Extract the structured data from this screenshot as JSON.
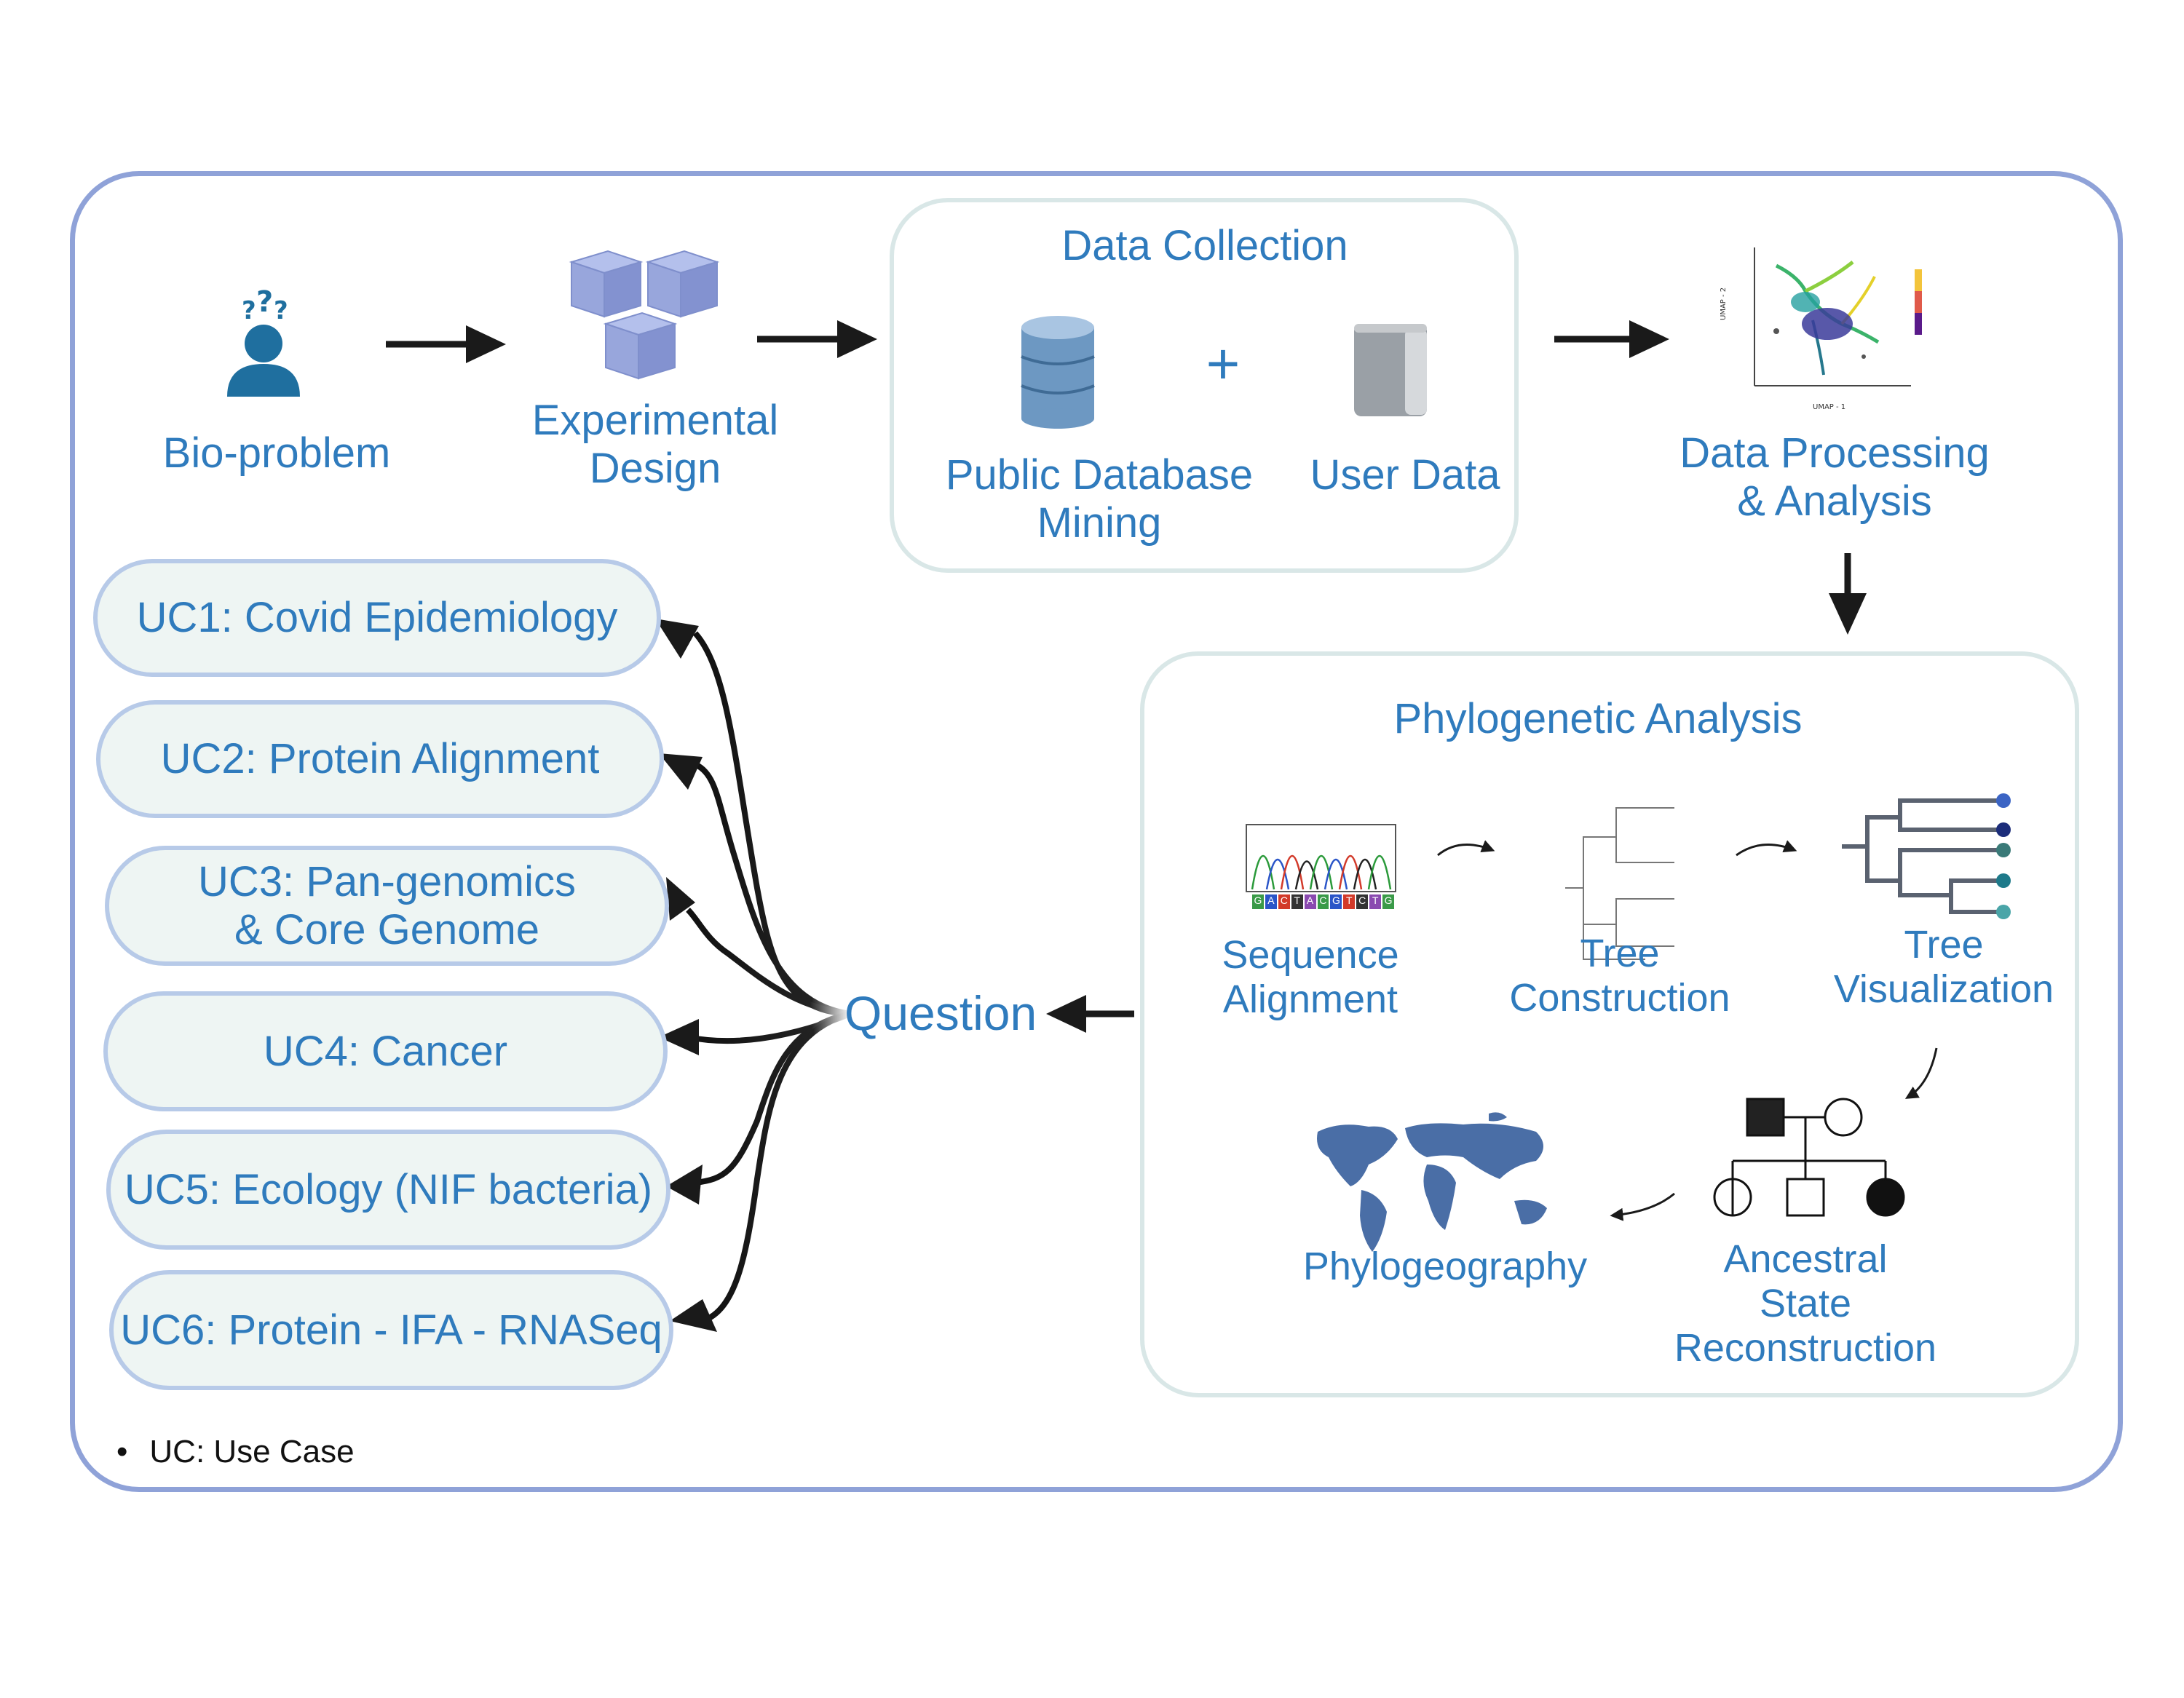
{
  "steps": {
    "bioproblem": "Bio-problem",
    "experimental_design": "Experimental\nDesign",
    "data_collection": "Data Collection",
    "public_db": "Public Database\nMining",
    "plus": "+",
    "user_data": "User Data",
    "processing": "Data Processing\n& Analysis",
    "question": "Question"
  },
  "phylo": {
    "title": "Phylogenetic Analysis",
    "seq_alignment": "Sequence\nAlignment",
    "tree_construction": "Tree\nConstruction",
    "tree_visualization": "Tree\nVisualization",
    "ancestral": "Ancestral\nState\nReconstruction",
    "phylogeography": "Phylogeography",
    "dna_letters": [
      "G",
      "A",
      "C",
      "T",
      "A",
      "C",
      "G",
      "T",
      "C",
      "T",
      "G"
    ]
  },
  "use_cases": [
    "UC1: Covid Epidemiology",
    "UC2: Protein Alignment",
    "UC3: Pan-genomics\n& Core Genome",
    "UC4: Cancer",
    "UC5: Ecology (NIF bacteria)",
    "UC6: Protein - IFA - RNASeq"
  ],
  "footnote": "UC: Use Case",
  "colors": {
    "text": "#2f7bbd",
    "outer_border": "#8fa2d8",
    "panel_border": "#d9e7e7",
    "uc_fill": "#eef5f3",
    "uc_border": "#b7cae8",
    "icon_blue": "#1f6f9f",
    "cube": "#98a6dc"
  }
}
